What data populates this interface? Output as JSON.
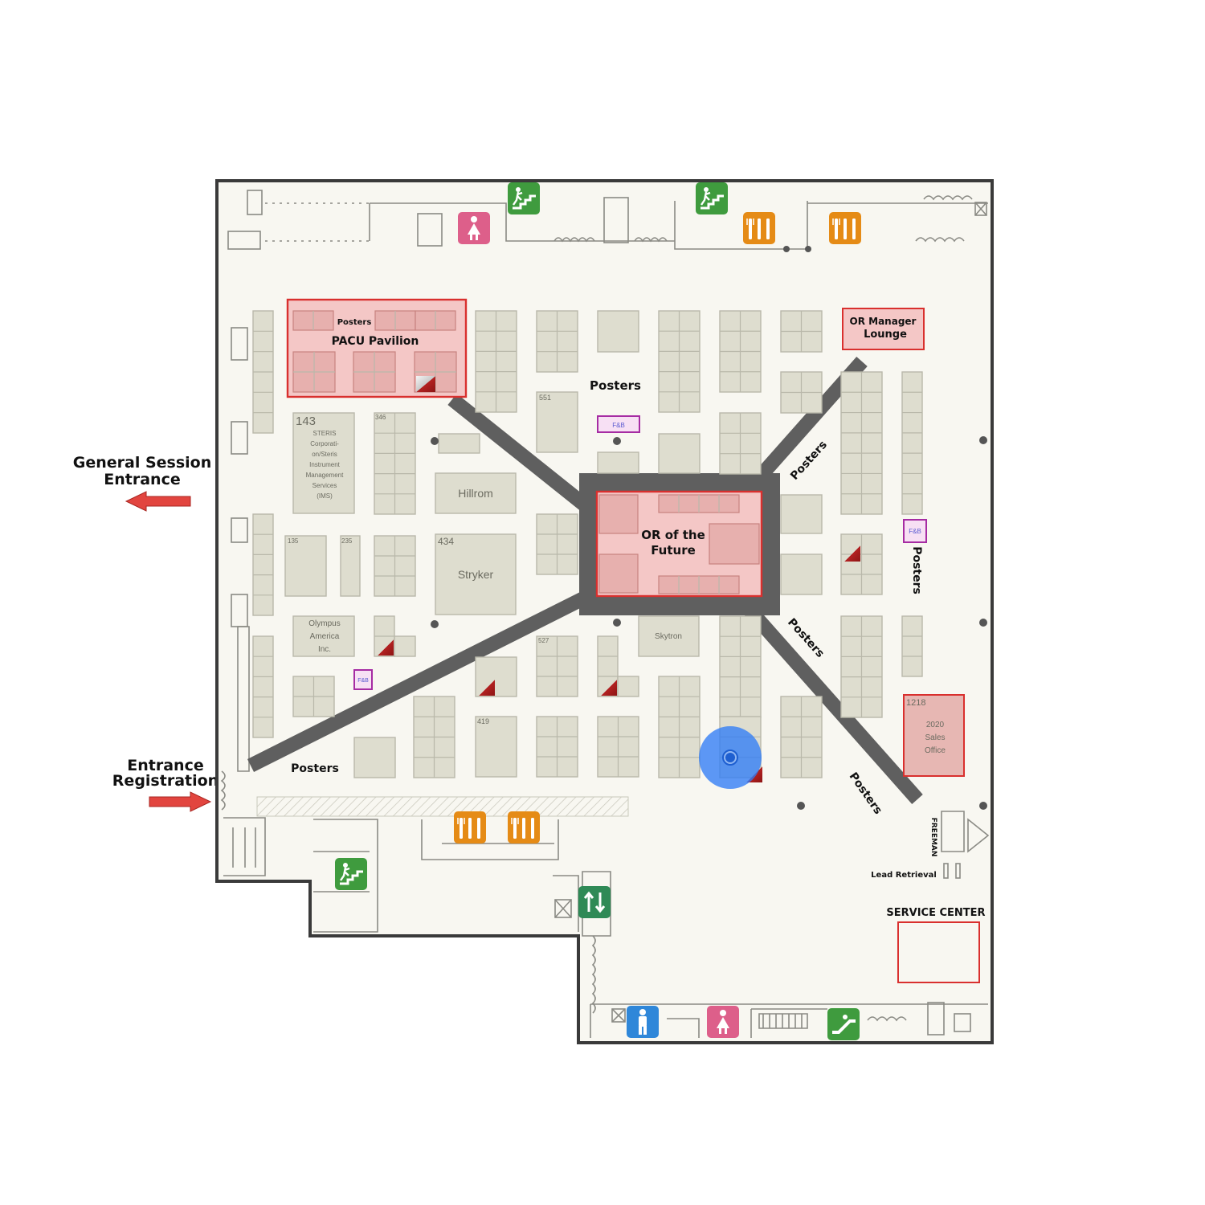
{
  "entrances": {
    "general_session": [
      "General Session",
      "Entrance"
    ],
    "registration": [
      "Entrance",
      "Registration"
    ]
  },
  "areas": {
    "pacu_posters": "Posters",
    "pacu_pavilion": "PACU Pavilion",
    "or_future_line1": "OR of the",
    "or_future_line2": "Future",
    "or_manager_line1": "OR Manager",
    "or_manager_line2": "Lounge",
    "service_center": "SERVICE CENTER",
    "lead_retrieval": "Lead Retrieval",
    "freeman": "FREEMAN",
    "sales_office_number": "1218",
    "sales_office": [
      "2020",
      "Sales",
      "Office"
    ]
  },
  "posters": [
    "Posters",
    "Posters",
    "Posters",
    "Posters",
    "Posters",
    "Posters"
  ],
  "exhibitors": {
    "steris_number": "143",
    "steris": [
      "STERIS",
      "Corporati-",
      "on/Steris",
      "Instrument",
      "Management",
      "Services",
      "(IMS)"
    ],
    "hillrom": "Hillrom",
    "stryker_number": "434",
    "stryker": "Stryker",
    "olympus": [
      "Olympus",
      "America",
      "Inc."
    ],
    "skytron": "Skytron",
    "booth_numbers": {
      "b551": "551",
      "b346": "346",
      "b135": "135",
      "b235": "235",
      "b527": "527",
      "b419": "419"
    }
  },
  "fb_label": "F&B",
  "colors": {
    "floor": "#f8f7f1",
    "booth": "#deddcf",
    "feature_fill": "#f4c7c6",
    "feature_border": "#d9302e",
    "aisle": "#5f5f5f",
    "stairs_icon": "#3f9b3e",
    "food_icon": "#e58b16",
    "women_icon": "#dd5f8a",
    "men_icon": "#2f87d9",
    "location_marker": "#2f7cf6",
    "arrow": "#e2453f",
    "fb_border": "#a62ca3"
  }
}
